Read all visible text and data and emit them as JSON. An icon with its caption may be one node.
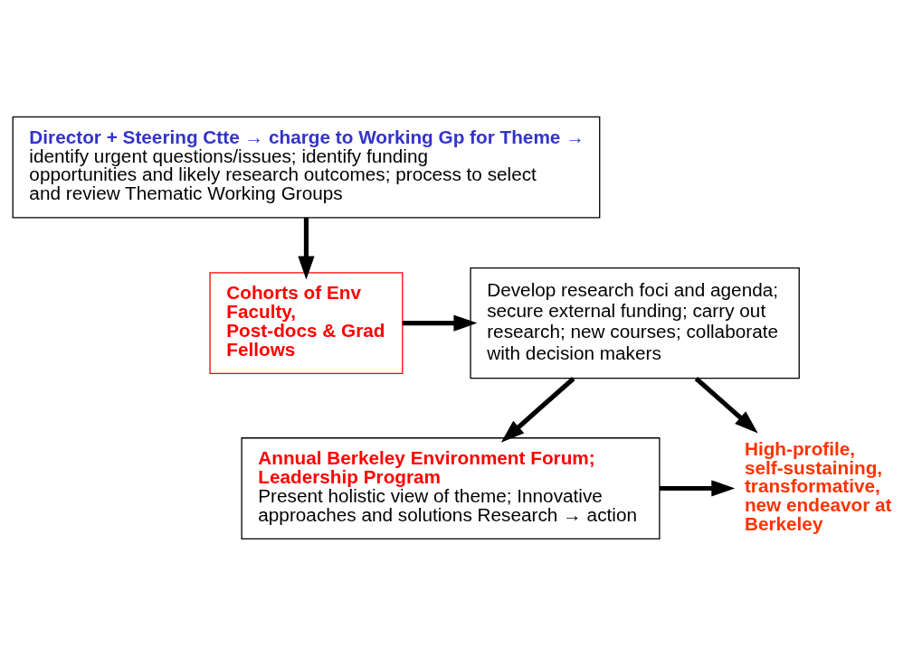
{
  "diagram": {
    "nodes": [
      {
        "text": [
          "Director + Steering Ctte → charge to Working Gp for Theme →",
          "identify urgent questions/issues; identify funding opportunities and likely research outcomes; process to select and review Thematic Working Groups"
        ]
      },
      {
        "text": [
          "Cohorts of Env Faculty, Post-docs & Grad Fellows"
        ]
      },
      {
        "text": [
          "Develop research foci and agenda; secure external funding; carry out research; new courses; collaborate with decision makers"
        ]
      },
      {
        "text": [
          "Annual Berkeley Environment Forum; Leadership Program",
          "Present holistic view of theme; Innovative approaches and solutions Research → action"
        ]
      },
      {
        "text": [
          "High-profile, self-sustaining, transformative, new endeavor at Berkeley"
        ]
      }
    ],
    "edges": [
      {
        "from": 0,
        "to": 1,
        "arrow": "to"
      },
      {
        "from": 1,
        "to": 2,
        "arrow": "to"
      },
      {
        "from": 2,
        "to": 3,
        "arrow": "to"
      },
      {
        "from": 2,
        "to": 4,
        "arrow": "to"
      },
      {
        "from": 3,
        "to": 4,
        "arrow": "to"
      }
    ]
  }
}
